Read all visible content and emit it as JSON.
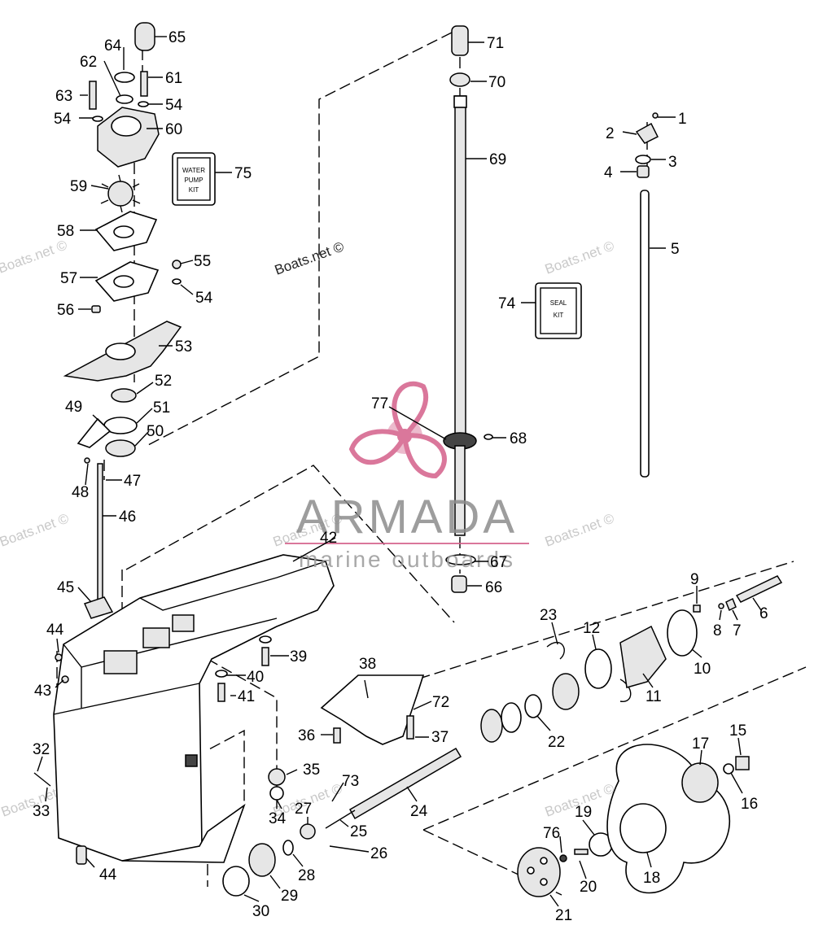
{
  "diagram": {
    "kits": {
      "water_pump": {
        "line1": "WATER",
        "line2": "PUMP",
        "line3": "KIT"
      },
      "seal": {
        "line1": "SEAL",
        "line2": "KIT"
      }
    },
    "watermark": "Boats.net ©",
    "logo": {
      "name": "ARMADA",
      "tagline": "marine outboards",
      "accent": "#d4608a"
    },
    "part_numbers": [
      "1",
      "2",
      "3",
      "4",
      "5",
      "6",
      "7",
      "8",
      "9",
      "10",
      "11",
      "12",
      "15",
      "16",
      "17",
      "18",
      "19",
      "20",
      "21",
      "22",
      "23",
      "24",
      "25",
      "26",
      "27",
      "28",
      "29",
      "30",
      "32",
      "33",
      "34",
      "35",
      "36",
      "37",
      "38",
      "39",
      "40",
      "41",
      "42",
      "43",
      "44",
      "44",
      "45",
      "46",
      "47",
      "48",
      "49",
      "50",
      "51",
      "52",
      "53",
      "54",
      "54",
      "54",
      "55",
      "56",
      "57",
      "58",
      "59",
      "60",
      "61",
      "62",
      "63",
      "64",
      "65",
      "66",
      "67",
      "68",
      "69",
      "70",
      "71",
      "72",
      "73",
      "74",
      "75",
      "76",
      "77"
    ]
  }
}
